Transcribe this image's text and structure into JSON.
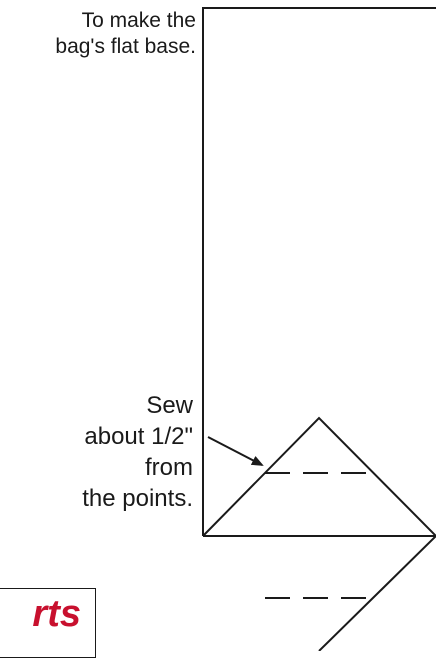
{
  "top_note": {
    "lines": [
      "To make the",
      "bag's flat base."
    ]
  },
  "sew_note": {
    "lines": [
      "Sew",
      "about 1/2\"",
      "from",
      "the points."
    ]
  },
  "logo": {
    "text": "rts",
    "color": "#c8102e"
  },
  "colors": {
    "line": "#1a1a1a",
    "background": "#ffffff"
  }
}
